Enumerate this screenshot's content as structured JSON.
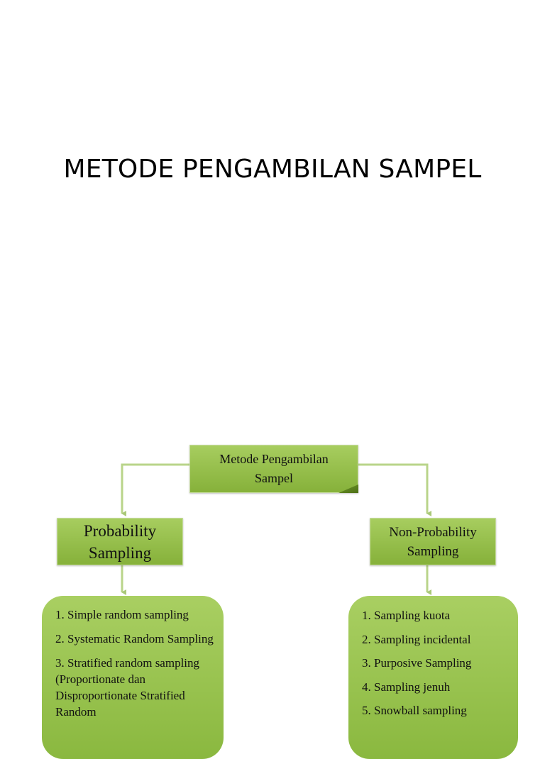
{
  "slide": {
    "title": "METODE PENGAMBILAN SAMPEL"
  },
  "diagram": {
    "root": {
      "line1": "Metode Pengambilan",
      "line2": "Sampel"
    },
    "left_branch": {
      "line1": "Probability",
      "line2": "Sampling",
      "items": [
        "1. Simple random sampling",
        "2. Systematic Random Sampling",
        "3. Stratified random sampling (Proportionate dan Disproportionate Stratified Random"
      ]
    },
    "right_branch": {
      "line1": "Non-Probability",
      "line2": "Sampling",
      "items": [
        "1. Sampling kuota",
        "2. Sampling incidental",
        "3. Purposive Sampling",
        "4. Sampling jenuh",
        "5. Snowball sampling"
      ]
    },
    "colors": {
      "node_fill": "#98c04d",
      "connector": "#b9d48a"
    }
  }
}
